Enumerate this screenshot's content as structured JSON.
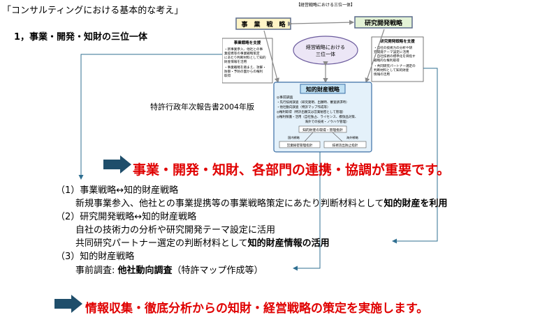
{
  "header": {
    "title": "「コンサルティングにおける基本的な考え」",
    "subtitle": "1，事業・開発・知財の三位一体"
  },
  "diagram": {
    "caption": "【経営戦略における三位一体】",
    "biz_title": "事　業　戦　略",
    "rd_title": "研究開発戦略",
    "center_label_1": "経営戦略における",
    "center_label_2": "三位一体",
    "biz_support": {
      "heading": "事業戦略を支援",
      "lines": [
        "・新事業参入、他社との事",
        "業提携等の事業戦略策定",
        "にあたり判断材料として知的",
        "財産情報を活用",
        "・事業戦略を踏まえ、攻撃・",
        "防御・予防の面からの権利",
        "取得"
      ]
    },
    "rd_support": {
      "heading": "研究開発戦略を支援",
      "lines": [
        "・自社の技術力の分析や研",
        "究開発テーマ設定に活用",
        "・自社技術の標準化を目指す",
        "戦略的な権利取得",
        "・共同研究パートナー選定の",
        "判断材料として知的財産",
        "情報の活用"
      ]
    },
    "ip_title": "知的財産戦略",
    "ip_lines": [
      "◎事前調査",
      "・先行技術調査（研究発明、出願時、審査請求時）",
      "・他社動向調査（特許マップ作成等）",
      "◎権利取得（特許出願又は営業秘密として管理）",
      "◎権利保護・活用（自社独占、ライセンス、模倣品対策、",
      "　　　　　　　　　海外での技術・ノウハウ管理）"
    ],
    "ip_mgmt": "知的財産の取得・管理指針",
    "domestic": "国内戦略",
    "overseas": "海外戦略",
    "trade_secret": "営業秘密管理指針",
    "leak_prevention": "技術流出防止指針"
  },
  "source_label": "特許行政年次報告書2004年版",
  "message_1": "事業・開発・知財、各部門の連携・協調が重要です。",
  "list": {
    "item1_title": "（1）事業戦略↔知的財産戦略",
    "item1_line": "新規事業参入、他社との事業提携等の事業戦略策定にあたり判断材料として",
    "item1_bold": "知的財産を利用",
    "item2_title": "（2）研究開発戦略↔知的財産戦略",
    "item2_line1": "自社の技術力の分析や研究開発テーマ設定に活用",
    "item2_line2": "共同研究パートナー選定の判断材料として",
    "item2_bold": "知的財産情報の活用",
    "item3_title": "（3）知的財産戦略",
    "item3_prefix": "事前調査: ",
    "item3_bold": "他社動向調査",
    "item3_rest": "（特許マップ作成等）"
  },
  "message_2": "情報収集・徹底分析からの知財・経営戦略の策定を実施します。",
  "colors": {
    "arrow": "#1f4e6b",
    "red": "#e00000",
    "box_border": "#5b6b8c",
    "biz_fill": "#fff4c6",
    "rd_fill": "#e3f2d6",
    "ellipse_fill": "#ece6f6",
    "ip_fill": "#e4f1fa"
  }
}
